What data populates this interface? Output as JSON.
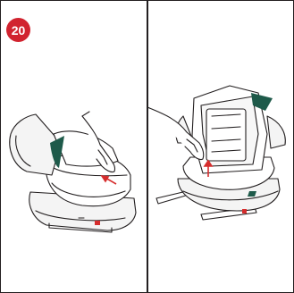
{
  "step": {
    "number": "20"
  },
  "colors": {
    "badge": "#d1232f",
    "accent_green": "#1e5a4a",
    "arrow_red": "#d62d2d",
    "outline": "#231f20",
    "shade": "#e9e9ea"
  },
  "panels": [
    {
      "name": "left-panel",
      "icon": "booster-seat-backrest-removal-illustration"
    },
    {
      "name": "right-panel",
      "icon": "booster-seat-backrest-attach-illustration"
    }
  ]
}
